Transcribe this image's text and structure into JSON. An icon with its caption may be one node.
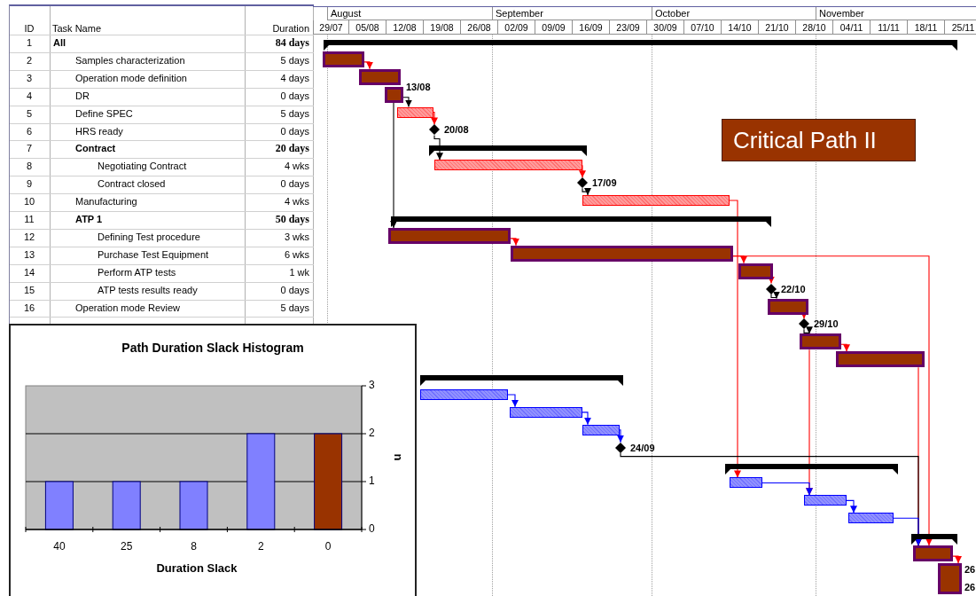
{
  "diagram": {
    "nodes": [
      {
        "text": [],
        "shape": "bar"
      },
      {
        "text": [],
        "shape": "bar"
      },
      {
        "text": [],
        "shape": "bar"
      },
      {
        "text": [],
        "shape": "bar",
        "beside": [
          "13/08"
        ]
      },
      {
        "text": [],
        "shape": "bar"
      },
      {
        "text": [],
        "shape": "diamond",
        "beside": [
          "20/08"
        ]
      },
      {
        "text": [],
        "shape": "bar"
      },
      {
        "text": [],
        "shape": "bar"
      },
      {
        "text": [],
        "shape": "diamond",
        "beside": [
          "17/09"
        ]
      },
      {
        "text": [],
        "shape": "bar"
      },
      {
        "text": [],
        "shape": "bar"
      },
      {
        "text": [],
        "shape": "bar"
      },
      {
        "text": [],
        "shape": "bar"
      },
      {
        "text": [],
        "shape": "bar"
      },
      {
        "text": [],
        "shape": "diamond",
        "beside": [
          "22/10"
        ]
      },
      {
        "text": [],
        "shape": "bar"
      },
      {
        "text": [],
        "shape": "diamond",
        "beside": [
          "29/10"
        ]
      },
      {
        "text": [],
        "shape": "bar"
      },
      {
        "text": [],
        "shape": "bar"
      },
      {
        "text": [],
        "shape": "bar"
      },
      {
        "text": [],
        "shape": "bar"
      },
      {
        "text": [],
        "shape": "bar"
      },
      {
        "text": [],
        "shape": "bar"
      },
      {
        "text": [],
        "shape": "diamond",
        "beside": [
          "24/09"
        ]
      },
      {
        "text": [],
        "shape": "bar"
      },
      {
        "text": [],
        "shape": "bar"
      },
      {
        "text": [],
        "shape": "bar"
      },
      {
        "text": [],
        "shape": "bar"
      },
      {
        "text": [],
        "shape": "bar"
      },
      {
        "text": [],
        "shape": "bar"
      },
      {
        "text": [],
        "shape": "bar"
      },
      {
        "text": [
          "Critical Path II"
        ]
      }
    ],
    "edges": [
      {
        "from": 1,
        "to": 2,
        "arrow": "to"
      },
      {
        "from": 3,
        "to": 4,
        "arrow": "to",
        "color": "#000000"
      },
      {
        "from": 3,
        "to": 11,
        "arrow": "to",
        "color": "#000000"
      },
      {
        "from": 4,
        "to": 5,
        "arrow": "to"
      },
      {
        "from": 5,
        "to": 7,
        "arrow": "to",
        "color": "#000000"
      },
      {
        "from": 7,
        "to": 8,
        "arrow": "to"
      },
      {
        "from": 8,
        "to": 9,
        "arrow": "to",
        "color": "#000000"
      },
      {
        "from": 9,
        "to": 25,
        "arrow": "to"
      },
      {
        "from": 11,
        "to": 12,
        "arrow": "to"
      },
      {
        "from": 12,
        "to": 13,
        "arrow": "to"
      },
      {
        "from": 12,
        "to": 29,
        "arrow": "to"
      },
      {
        "from": 13,
        "to": 14,
        "arrow": "to"
      },
      {
        "from": 14,
        "to": 15,
        "arrow": "to",
        "color": "#000000"
      },
      {
        "from": 15,
        "to": 16,
        "arrow": "to"
      },
      {
        "from": 16,
        "to": 17,
        "arrow": "to",
        "color": "#000000"
      },
      {
        "from": 17,
        "to": 18,
        "arrow": "to"
      },
      {
        "from": 17,
        "to": 26,
        "arrow": "to"
      },
      {
        "from": 18,
        "to": 29,
        "arrow": "to"
      },
      {
        "from": 20,
        "to": 21,
        "arrow": "to",
        "color": "#0000ff"
      },
      {
        "from": 21,
        "to": 22,
        "arrow": "to",
        "color": "#0000ff"
      },
      {
        "from": 22,
        "to": 23,
        "arrow": "to",
        "color": "#0000ff"
      },
      {
        "from": 23,
        "to": 29,
        "arrow": "to",
        "color": "#000000"
      },
      {
        "from": 25,
        "to": 26,
        "arrow": "to",
        "color": "#0000ff"
      },
      {
        "from": 26,
        "to": 27,
        "arrow": "to",
        "color": "#0000ff"
      },
      {
        "from": 27,
        "to": 29,
        "arrow": "to",
        "color": "#0000ff"
      },
      {
        "from": 29,
        "to": 30,
        "arrow": "to"
      }
    ],
    "labels": [
      "ID",
      "Task Name",
      "Duration",
      "August",
      "September",
      "October",
      "November",
      "29/07",
      "05/08",
      "12/08",
      "19/08",
      "26/08",
      "02/09",
      "09/09",
      "16/09",
      "23/09",
      "30/09",
      "07/10",
      "14/10",
      "21/10",
      "28/10",
      "04/11",
      "11/11",
      "18/11",
      "25/11",
      "1",
      "All",
      "84 days",
      "2",
      "Samples characterization",
      "5 days",
      "3",
      "Operation mode definition",
      "4 days",
      "4",
      "DR",
      "0 days",
      "5",
      "Define SPEC",
      "5 days",
      "6",
      "HRS ready",
      "0 days",
      "7",
      "Contract",
      "20 days",
      "8",
      "Negotiating Contract",
      "4 wks",
      "9",
      "Contract closed",
      "0 days",
      "10",
      "Manufacturing",
      "4 wks",
      "11",
      "ATP 1",
      "50 days",
      "12",
      "Defining Test procedure",
      "3 wks",
      "13",
      "Purchase Test Equipment",
      "6 wks",
      "14",
      "Perform ATP tests",
      "1 wk",
      "15",
      "ATP tests results ready",
      "0 days",
      "16",
      "Operation mode Review",
      "5 days",
      "26",
      "26"
    ],
    "chart_data": {
      "type": "bar",
      "title": "Path Duration Slack Histogram",
      "xlabel": "Duration Slack",
      "ylabel": "n",
      "categories": [
        "40",
        "25",
        "8",
        "2",
        "0"
      ],
      "stacked": true,
      "ylim": [
        0,
        3
      ],
      "yticks": [
        0,
        1,
        2,
        3
      ],
      "series": [
        {
          "color": "#8080ff",
          "values": [
            1,
            1,
            1,
            2,
            null
          ]
        },
        {
          "color": "#993300",
          "values": [
            null,
            null,
            null,
            null,
            2
          ]
        }
      ]
    }
  }
}
